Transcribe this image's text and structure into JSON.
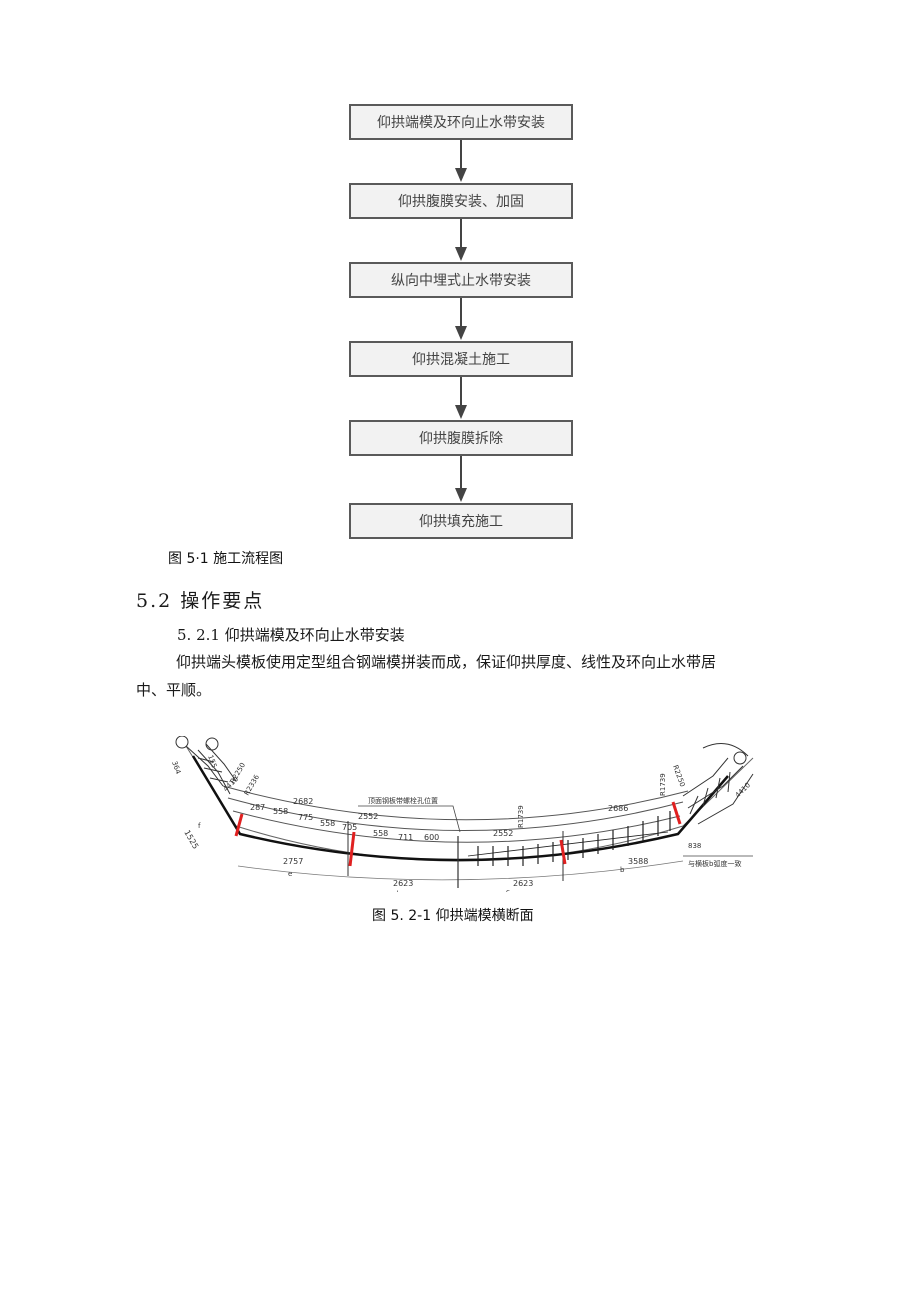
{
  "flowchart": {
    "steps": [
      "仰拱端模及环向止水带安装",
      "仰拱腹膜安装、加固",
      "纵向中埋式止水带安装",
      "仰拱混凝土施工",
      "仰拱腹膜拆除",
      "仰拱填充施工"
    ],
    "caption": "图 5·1 施工流程图"
  },
  "section": {
    "heading": "5.2  操作要点",
    "subheading": "5. 2.1 仰拱端模及环向止水带安装",
    "paragraph_line1": "仰拱端头模板使用定型组合钢端模拼装而成，保证仰拱厚度、线性及环向止水带居",
    "paragraph_line2": "中、平顺。"
  },
  "figure": {
    "caption": "图 5. 2-1 仰拱端模横断面",
    "labels": {
      "note_top": "顶面钢板带螺栓孔位置",
      "note_right": "与横板b弧度一致",
      "d1": "2682",
      "d2": "2552",
      "d3": "2552",
      "d4": "2686",
      "d5": "2757",
      "d6": "2623",
      "d7": "2623",
      "d8": "3588",
      "s1": "287",
      "s2": "558",
      "s3": "775",
      "s4": "558",
      "s5": "705",
      "s6": "558",
      "s7": "711",
      "s8": "600",
      "seg_e": "e",
      "seg_d": "d",
      "seg_c": "c",
      "seg_b": "b",
      "seg_f": "f",
      "r_left": "1525",
      "left_a": "364",
      "left_b": "155",
      "left_c": "4410",
      "left_d": "R2250",
      "left_e": "R2336",
      "right_a": "R1739",
      "right_b": "R1739",
      "right_c": "R2250",
      "right_d": "4410",
      "right_e": "838"
    }
  }
}
